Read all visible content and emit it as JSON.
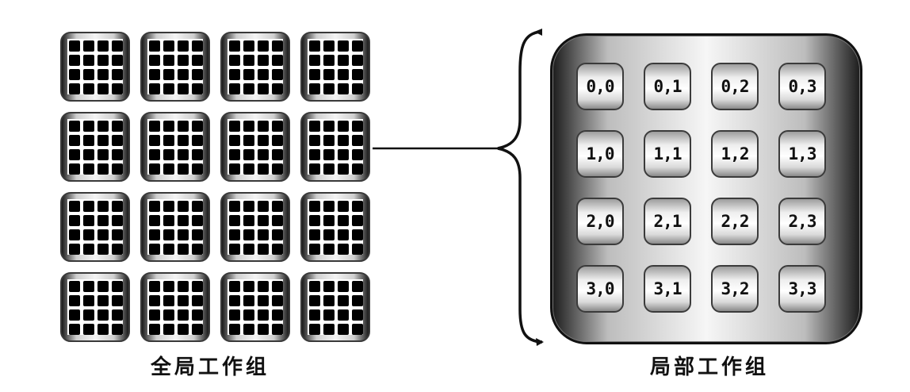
{
  "global_label": "全局工作组",
  "local_label": "局部工作组",
  "work_item_ids": [
    [
      "0,0",
      "0,1",
      "0,2",
      "0,3"
    ],
    [
      "1,0",
      "1,1",
      "1,2",
      "1,3"
    ],
    [
      "2,0",
      "2,1",
      "2,2",
      "2,3"
    ],
    [
      "3,0",
      "3,1",
      "3,2",
      "3,3"
    ]
  ]
}
